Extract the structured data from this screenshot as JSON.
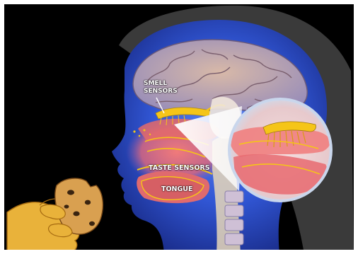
{
  "diagram": {
    "labels": {
      "smell_line1": "SMELL",
      "smell_line2": "SENSORS",
      "taste": "TASTE SENSORS",
      "tongue": "TONGUE"
    },
    "icons": {
      "head": "head-cross-section-icon",
      "brain": "brain-icon",
      "cookie": "cookie-icon",
      "hand": "hand-icon",
      "magnifier": "magnified-nasal-cavity-icon"
    },
    "colors": {
      "background": "#000000",
      "hair": "#3a3a3a",
      "head_glow": "#2a55d8",
      "sensor_yellow": "#f5c518",
      "nasal_pink": "#e86a6a",
      "cookie": "#d9a050",
      "hand": "#e9b23a"
    }
  }
}
